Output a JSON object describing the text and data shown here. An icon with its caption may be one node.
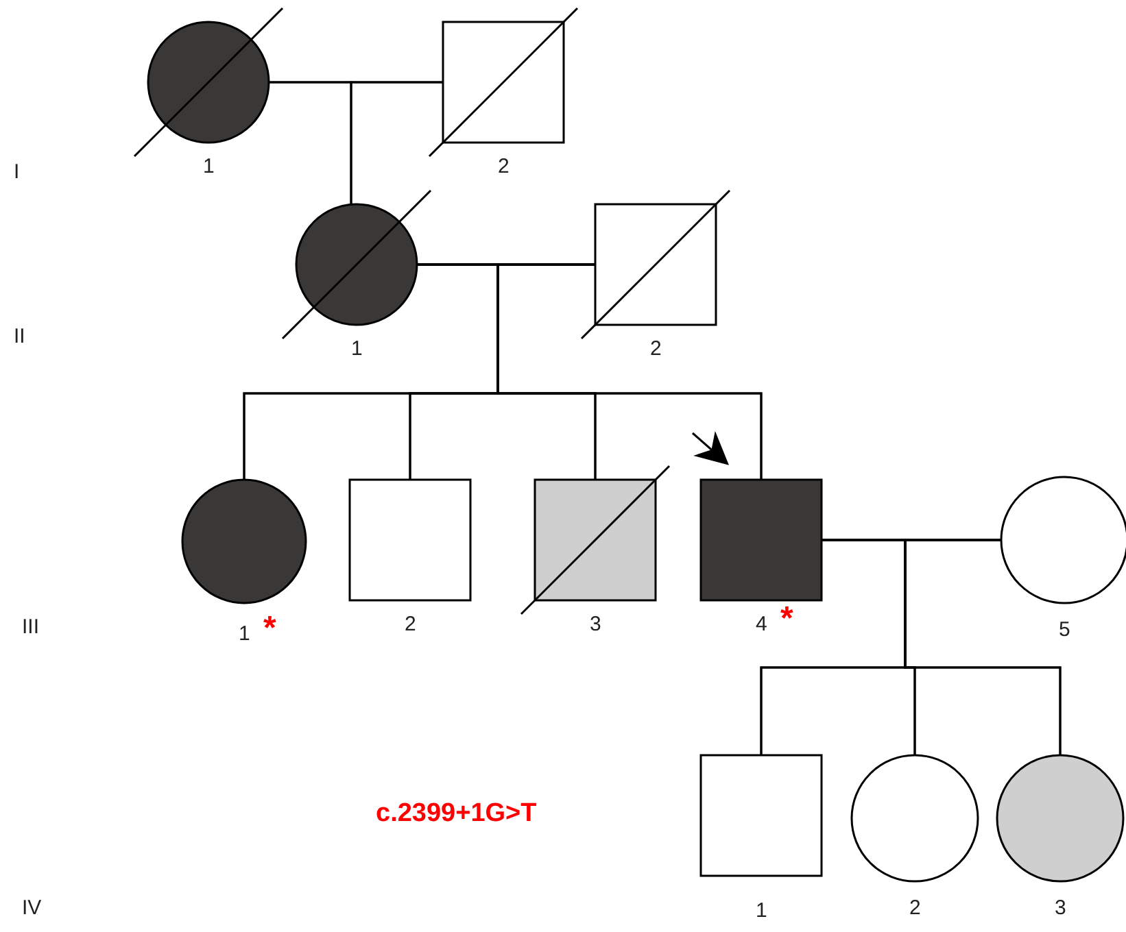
{
  "diagram": {
    "nodes": [
      {
        "text": [],
        "shape": "circle",
        "beside": [
          "1"
        ]
      },
      {
        "text": [],
        "shape": "box",
        "beside": [
          "2"
        ]
      },
      {
        "text": [],
        "shape": "circle",
        "beside": [
          "1"
        ]
      },
      {
        "text": [],
        "shape": "box",
        "beside": [
          "2"
        ]
      },
      {
        "text": [],
        "shape": "circle",
        "beside": [
          "1",
          "*"
        ]
      },
      {
        "text": [],
        "shape": "box",
        "beside": [
          "2"
        ]
      },
      {
        "text": [],
        "shape": "box",
        "beside": [
          "3"
        ]
      },
      {
        "text": [],
        "shape": "box",
        "beside": [
          "4",
          "*"
        ]
      },
      {
        "text": [],
        "shape": "circle",
        "beside": [
          "5"
        ]
      },
      {
        "text": [],
        "shape": "box",
        "beside": [
          "1"
        ]
      },
      {
        "text": [],
        "shape": "circle",
        "beside": [
          "2"
        ]
      },
      {
        "text": [],
        "shape": "circle",
        "beside": [
          "3"
        ]
      }
    ],
    "edges": [
      {
        "from": 0,
        "to": 1,
        "arrow": "none"
      },
      {
        "from": 0,
        "to": 2,
        "arrow": "none"
      },
      {
        "from": 1,
        "to": 2,
        "arrow": "none"
      },
      {
        "from": 2,
        "to": 3,
        "arrow": "none"
      },
      {
        "from": 2,
        "to": 4,
        "arrow": "none"
      },
      {
        "from": 3,
        "to": 4,
        "arrow": "none"
      },
      {
        "from": 2,
        "to": 5,
        "arrow": "none"
      },
      {
        "from": 3,
        "to": 5,
        "arrow": "none"
      },
      {
        "from": 2,
        "to": 6,
        "arrow": "none"
      },
      {
        "from": 3,
        "to": 6,
        "arrow": "none"
      },
      {
        "from": 2,
        "to": 7,
        "arrow": "none"
      },
      {
        "from": 3,
        "to": 7,
        "arrow": "none"
      },
      {
        "from": 7,
        "to": 8,
        "arrow": "none"
      },
      {
        "from": 7,
        "to": 9,
        "arrow": "none"
      },
      {
        "from": 8,
        "to": 9,
        "arrow": "none"
      },
      {
        "from": 7,
        "to": 10,
        "arrow": "none"
      },
      {
        "from": 8,
        "to": 10,
        "arrow": "none"
      },
      {
        "from": 7,
        "to": 11,
        "arrow": "none"
      },
      {
        "from": 8,
        "to": 11,
        "arrow": "none"
      },
      {
        "from": null,
        "to": 7,
        "arrow": "to"
      }
    ],
    "labels": [
      "I",
      "II",
      "III",
      "c.2399+1G>T",
      "IV"
    ]
  }
}
